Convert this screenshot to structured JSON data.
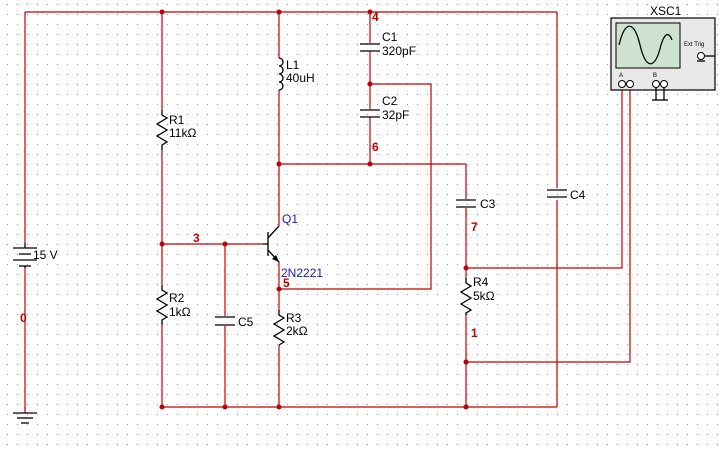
{
  "colors": {
    "wire": "#c00000",
    "net_label": "#c00000",
    "component": "#000000",
    "transistor_label": "#1a1aa6",
    "grid_dot": "#9a9a9a",
    "scope_body": "#e8e8e8",
    "scope_screen": "#cde3cf"
  },
  "components": {
    "battery": {
      "label": "15 V"
    },
    "r1": {
      "ref": "R1",
      "value": "11kΩ"
    },
    "r2": {
      "ref": "R2",
      "value": "1kΩ"
    },
    "r3": {
      "ref": "R3",
      "value": "2kΩ"
    },
    "r4": {
      "ref": "R4",
      "value": "5kΩ"
    },
    "l1": {
      "ref": "L1",
      "value": "40uH"
    },
    "c1": {
      "ref": "C1",
      "value": "320pF"
    },
    "c2": {
      "ref": "C2",
      "value": "32pF"
    },
    "c3": {
      "ref": "C3"
    },
    "c4": {
      "ref": "C4"
    },
    "c5": {
      "ref": "C5"
    },
    "q1": {
      "ref": "Q1",
      "model": "2N2221"
    },
    "scope": {
      "ref": "XSC1",
      "ext_trig": "Ext Trig",
      "channel_a": "A",
      "channel_b": "B"
    }
  },
  "nets": {
    "n0": "0",
    "n1": "1",
    "n3": "3",
    "n4": "4",
    "n5": "5",
    "n6": "6",
    "n7": "7"
  },
  "icons": [
    "ground-icon",
    "battery-icon",
    "resistor-icon",
    "inductor-icon",
    "capacitor-icon",
    "npn-transistor-icon",
    "oscilloscope-icon"
  ]
}
